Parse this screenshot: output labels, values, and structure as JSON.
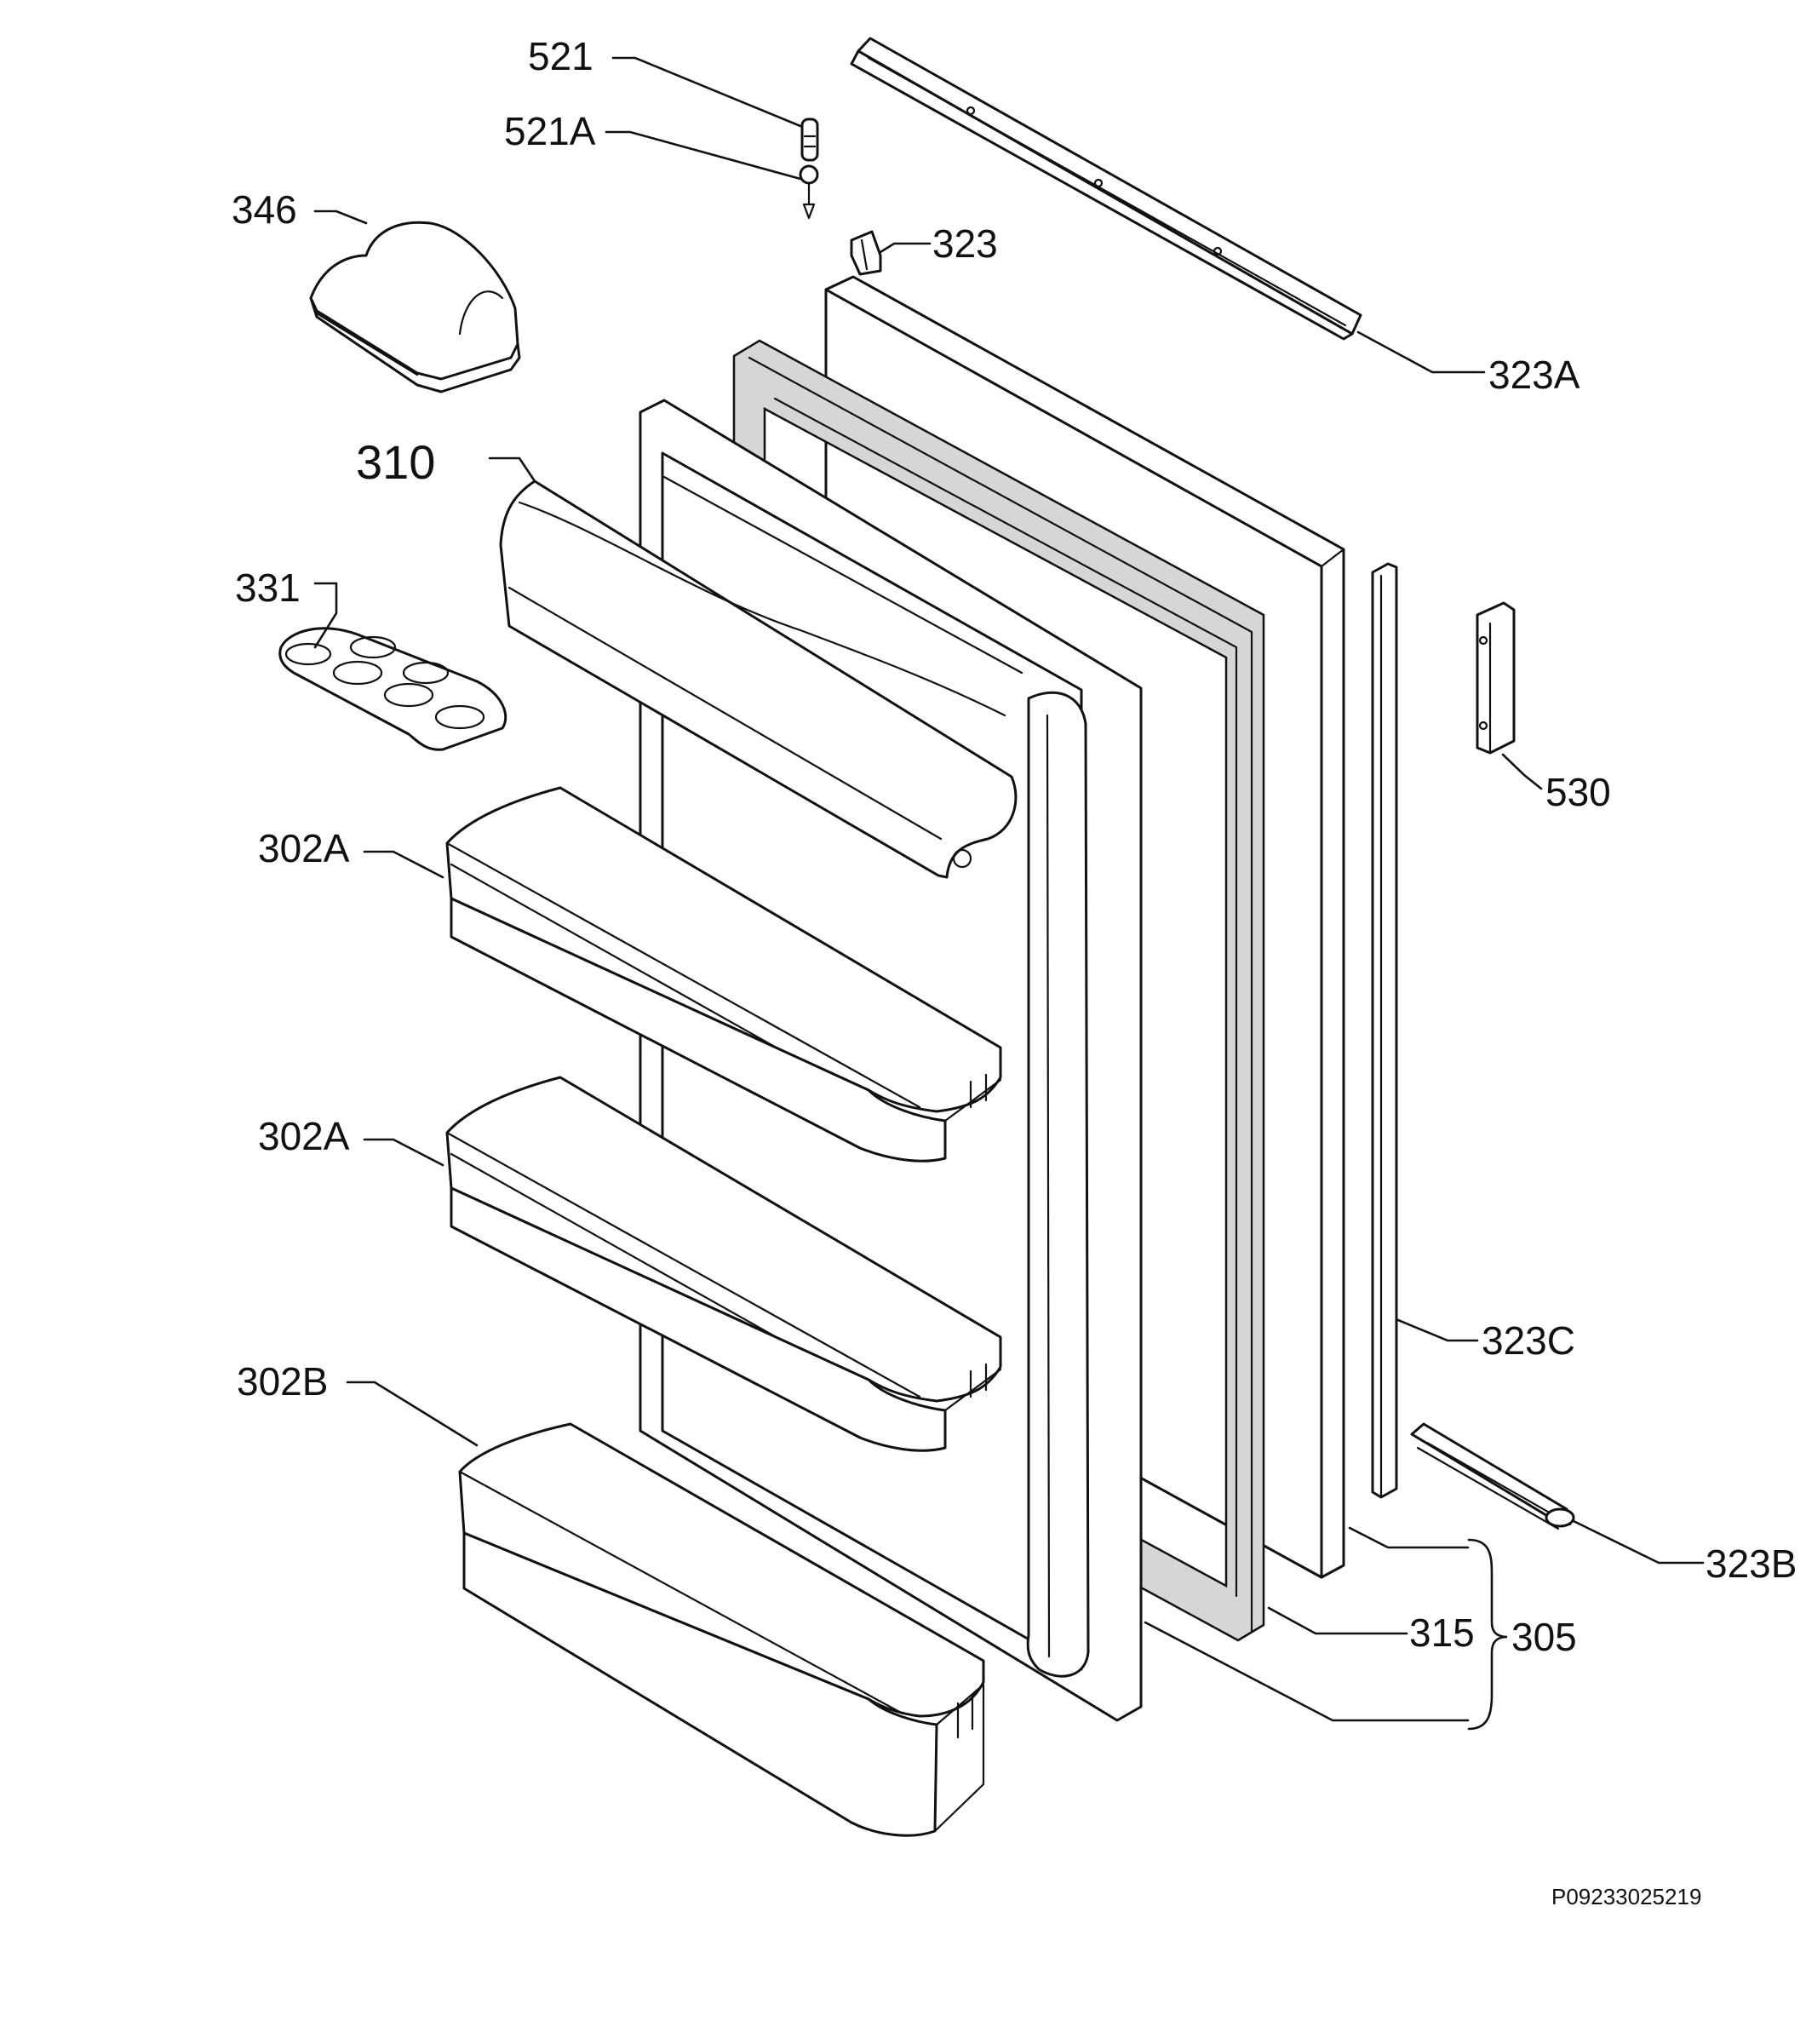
{
  "labels": {
    "l521": "521",
    "l521a": "521A",
    "l346": "346",
    "l323": "323",
    "l323a": "323A",
    "l310": "310",
    "l331": "331",
    "l530": "530",
    "l302a_1": "302A",
    "l302a_2": "302A",
    "l323c": "323C",
    "l302b": "302B",
    "l323b": "323B",
    "l315": "315",
    "l305": "305"
  },
  "reference_code": "P09233025219"
}
